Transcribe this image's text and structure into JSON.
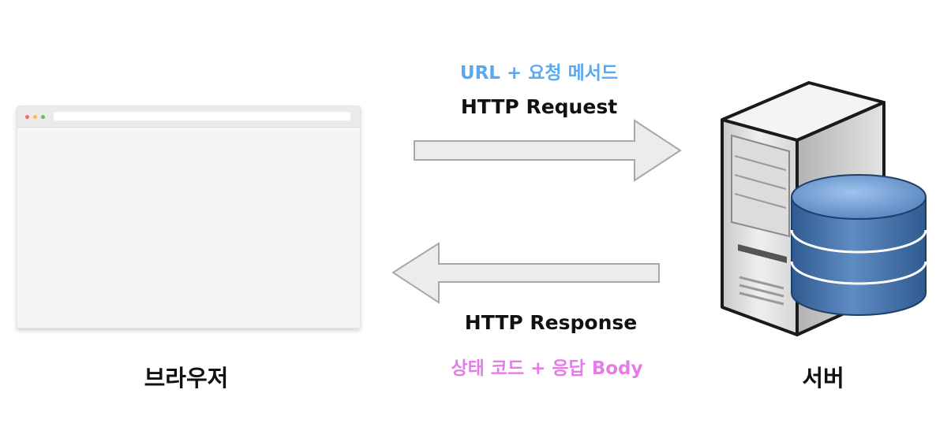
{
  "browser_label": "브라우저",
  "server_label": "서버",
  "request": {
    "detail": "URL + 요청 메서드",
    "title": "HTTP Request"
  },
  "response": {
    "title": "HTTP Response",
    "detail": "상태 코드 + 응답 Body"
  },
  "colors": {
    "request_detail": "#5aa9f0",
    "response_detail": "#e47ee6",
    "arrow_fill": "#ececec",
    "arrow_stroke": "#a8a8a8",
    "dot_red": "#f26b5e",
    "dot_yellow": "#f6c042",
    "dot_green": "#5fc453"
  },
  "icons": [
    "browser-window-icon",
    "server-database-icon",
    "arrow-right-icon",
    "arrow-left-icon"
  ]
}
